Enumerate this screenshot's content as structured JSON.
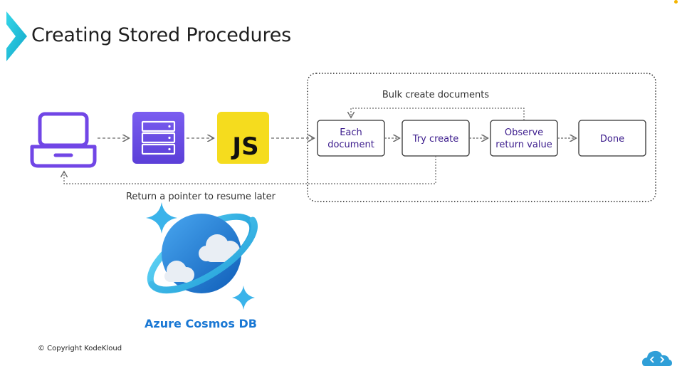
{
  "slide": {
    "title": "Creating Stored Procedures",
    "copyright": "© Copyright KodeKloud"
  },
  "diagram": {
    "group_label": "Bulk create documents",
    "return_label": "Return a pointer to resume later",
    "js_badge": "JS",
    "steps": [
      {
        "lines": [
          "Each",
          "document"
        ]
      },
      {
        "lines": [
          "Try create"
        ]
      },
      {
        "lines": [
          "Observe",
          "return value"
        ]
      },
      {
        "lines": [
          "Done"
        ]
      }
    ],
    "product_label": "Azure Cosmos DB"
  },
  "colors": {
    "accent_purple": "#6d49e8",
    "node_text": "#3b1b8c",
    "js_yellow": "#f5dc1e",
    "cosmos_blue": "#1a78d4",
    "chevron_cyan": "#19c3dd"
  },
  "icons": [
    "laptop-icon",
    "server-icon",
    "javascript-icon",
    "azure-cosmos-db-logo",
    "kodekloud-logo"
  ]
}
